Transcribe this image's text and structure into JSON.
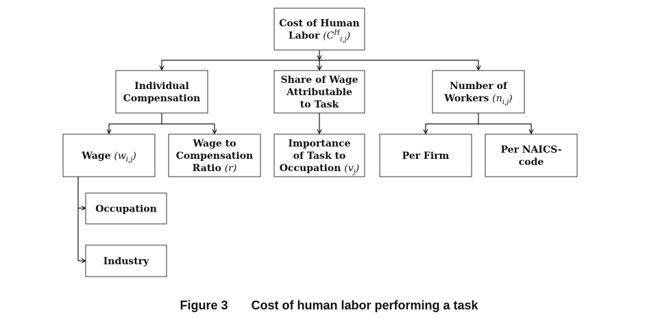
{
  "nodes": {
    "cost": {
      "lines": [
        [
          {
            "t": "Cost of Human"
          }
        ],
        [
          {
            "t": "Labor "
          },
          {
            "t": "(C",
            "m": true
          },
          {
            "t": "H",
            "m": true,
            "sup": true
          },
          {
            "t": "i,j",
            "m": true,
            "sub": true
          },
          {
            "t": ")",
            "m": true
          }
        ]
      ]
    },
    "individual_compensation": {
      "lines": [
        [
          {
            "t": "Individual"
          }
        ],
        [
          {
            "t": "Compensation"
          }
        ]
      ]
    },
    "share_of_wage": {
      "lines": [
        [
          {
            "t": "Share of Wage"
          }
        ],
        [
          {
            "t": "Attributable"
          }
        ],
        [
          {
            "t": "to Task"
          }
        ]
      ]
    },
    "number_of_workers": {
      "lines": [
        [
          {
            "t": "Number of"
          }
        ],
        [
          {
            "t": "Workers "
          },
          {
            "t": "(n",
            "m": true
          },
          {
            "t": "i,j",
            "m": true,
            "sub": true
          },
          {
            "t": ")",
            "m": true
          }
        ]
      ]
    },
    "wage": {
      "lines": [
        [
          {
            "t": "Wage "
          },
          {
            "t": "(w",
            "m": true
          },
          {
            "t": "i,j",
            "m": true,
            "sub": true
          },
          {
            "t": ")",
            "m": true
          }
        ]
      ]
    },
    "wage_to_comp": {
      "lines": [
        [
          {
            "t": "Wage to"
          }
        ],
        [
          {
            "t": "Compensation"
          }
        ],
        [
          {
            "t": "Ratio "
          },
          {
            "t": "(r)",
            "m": true
          }
        ]
      ]
    },
    "importance": {
      "lines": [
        [
          {
            "t": "Importance"
          }
        ],
        [
          {
            "t": "of Task to"
          }
        ],
        [
          {
            "t": "Occupation "
          },
          {
            "t": "(v",
            "m": true
          },
          {
            "t": "j",
            "m": true,
            "sub": true
          },
          {
            "t": ")",
            "m": true
          }
        ]
      ]
    },
    "per_firm": {
      "lines": [
        [
          {
            "t": "Per Firm"
          }
        ]
      ]
    },
    "per_naics": {
      "lines": [
        [
          {
            "t": "Per NAICS-"
          }
        ],
        [
          {
            "t": "code"
          }
        ]
      ]
    },
    "occupation": {
      "lines": [
        [
          {
            "t": "Occupation"
          }
        ]
      ]
    },
    "industry": {
      "lines": [
        [
          {
            "t": "Industry"
          }
        ]
      ]
    }
  },
  "caption": {
    "label": "Figure 3",
    "text": "Cost of human labor performing a task"
  }
}
